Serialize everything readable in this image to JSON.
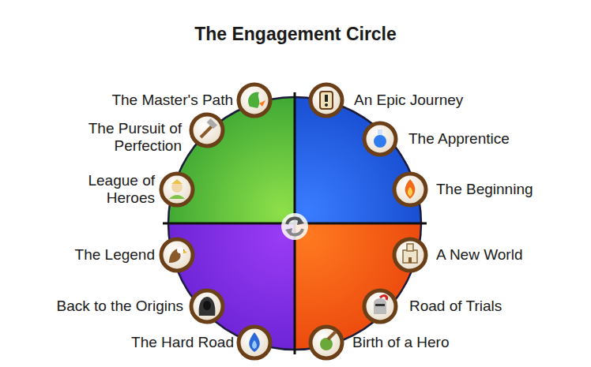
{
  "diagram": {
    "title": "The Engagement Circle",
    "labels": [
      "The Master's Path",
      "An Epic Journey",
      "The Pursuit of Perfection",
      "The Apprentice",
      "League of Heroes",
      "The Beginning",
      "The Legend",
      "A New World",
      "Back to the Origins",
      "Road of Trials",
      "The Hard Road",
      "Birth of a Hero"
    ]
  }
}
